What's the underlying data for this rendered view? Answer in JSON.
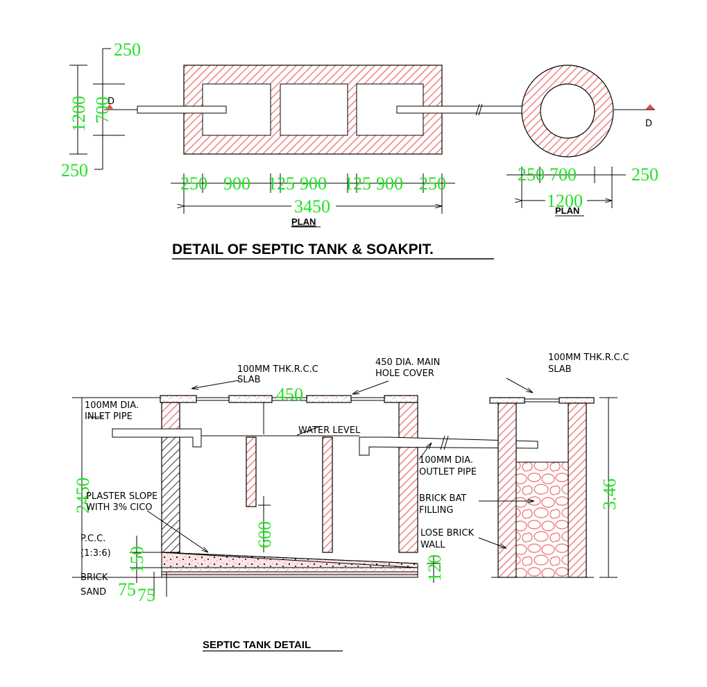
{
  "colors": {
    "hatch": "#f08080",
    "dimension": "#22e122",
    "marker": "#e85050",
    "ink": "#000000"
  },
  "plan": {
    "title": "DETAIL OF  SEPTIC TANK & SOAKPIT.",
    "caption_tank": "PLAN",
    "caption_pit": "PLAN",
    "section_marker": "D",
    "dims": {
      "top_250": "250",
      "bottom_250": "250",
      "overall_1200": "1200",
      "inner_700": "700",
      "seg1": "250",
      "seg2": "900",
      "seg3": "125",
      "seg4": "900",
      "seg5": "125",
      "seg6": "900",
      "seg7": "250",
      "overall_3450": "3450",
      "pit_250_left": "250",
      "pit_700": "700",
      "pit_250_right": "250",
      "pit_1200": "1200"
    }
  },
  "section": {
    "title": "SEPTIC TANK DETAIL",
    "labels": {
      "slab_left": [
        "100MM  THK.R.C.C",
        "SLAB"
      ],
      "manhole": [
        "450  DIA.    MAIN",
        "HOLE  COVER"
      ],
      "slab_right": [
        "100MM  THK.R.C.C",
        "SLAB"
      ],
      "inlet": [
        "100MM  DIA.",
        "INLET  PIPE"
      ],
      "water_level": "WATER  LEVEL",
      "outlet": [
        "100MM  DIA.",
        "OUTLET  PIPE"
      ],
      "plaster": [
        "PLASTER  SLOPE",
        "WITH  3%  CICO"
      ],
      "brickbat": [
        "BRICK  BAT",
        "FILLING"
      ],
      "pcc": [
        "P.C.C.",
        "(1:3:6)"
      ],
      "lose_brick": [
        "LOSE  BRICK",
        "WALL"
      ],
      "brick": "BRICK",
      "sand": "SAND"
    },
    "dims": {
      "d450": "450",
      "d2450": "2450",
      "d600": "600",
      "d150": "150",
      "d120": "120",
      "d75a": "75",
      "d75b": "75",
      "d346": "3.46"
    }
  }
}
